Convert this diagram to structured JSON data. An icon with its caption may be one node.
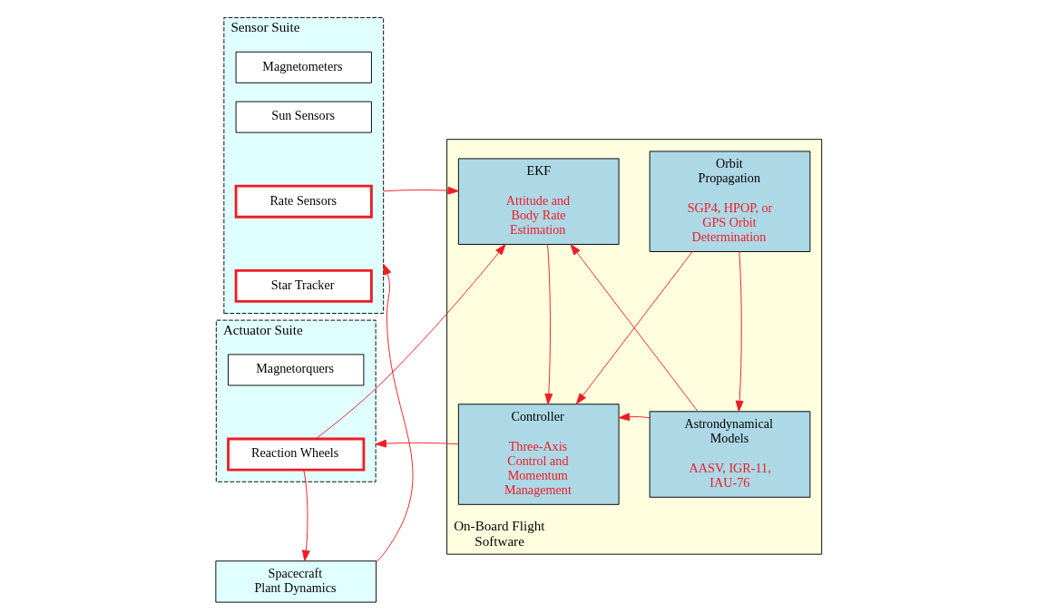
{
  "diagram": {
    "nodes": [
      {
        "text": [
          "Sensor Suite"
        ]
      },
      {
        "text": [
          "Magnetometers"
        ],
        "in": 0
      },
      {
        "text": [
          "Sun Sensors"
        ],
        "in": 0
      },
      {
        "text": [
          "Rate Sensors"
        ],
        "in": 0
      },
      {
        "text": [
          "Star Tracker"
        ],
        "in": 0
      },
      {
        "text": [
          "Actuator Suite"
        ]
      },
      {
        "text": [
          "Magnetorquers"
        ],
        "in": 5
      },
      {
        "text": [
          "Reaction Wheels"
        ],
        "in": 5
      },
      {
        "text": [
          "Spacecraft Plant Dynamics"
        ]
      },
      {
        "text": [
          "On-Board Flight Software"
        ]
      },
      {
        "text": [
          "EKF",
          "Attitude and Body Rate Estimation"
        ],
        "in": 9
      },
      {
        "text": [
          "Orbit Propagation",
          "SGP4, HPOP, or GPS Orbit Determination"
        ],
        "in": 9
      },
      {
        "text": [
          "Controller",
          "Three-Axis Control and Momentum Management"
        ],
        "in": 9
      },
      {
        "text": [
          "Astrondynamical Models",
          "AASV, IGR-11, IAU-76"
        ],
        "in": 9
      }
    ],
    "edges": [
      {
        "from": 0,
        "to": 10,
        "arrow": "to"
      },
      {
        "from": 8,
        "to": 0,
        "arrow": "to"
      },
      {
        "from": 7,
        "to": 8,
        "arrow": "to"
      },
      {
        "from": 7,
        "to": 10,
        "arrow": "to"
      },
      {
        "from": 12,
        "to": 5,
        "arrow": "to"
      },
      {
        "from": 10,
        "to": 12,
        "arrow": "to"
      },
      {
        "from": 11,
        "to": 12,
        "arrow": "to"
      },
      {
        "from": 11,
        "to": 13,
        "arrow": "to"
      },
      {
        "from": 13,
        "to": 12,
        "arrow": "to"
      },
      {
        "from": 13,
        "to": 10,
        "arrow": "to"
      }
    ]
  }
}
